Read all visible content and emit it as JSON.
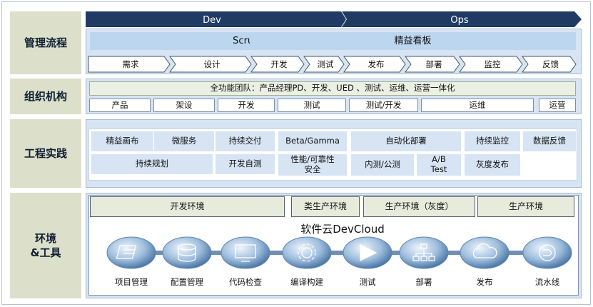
{
  "phases": {
    "dev": "Dev",
    "ops": "Ops"
  },
  "rows": {
    "management": "管理流程",
    "organization": "组织机构",
    "engineering": "工程实践",
    "environment": "环境\n&工具"
  },
  "management": {
    "scrum": "Scrum",
    "kanban": "精益看板",
    "steps": [
      "需求",
      "设计",
      "开发",
      "测试",
      "发布",
      "部署",
      "监控",
      "反馈"
    ]
  },
  "organization": {
    "team": "全功能团队：产品经理PD、开发、UED 、测试、运维、运营一体化",
    "roles": [
      "产品",
      "架设",
      "开发",
      "测试",
      "测试/开发",
      "运维",
      "运营"
    ]
  },
  "engineering": {
    "practices": [
      "精益画布",
      "微服务",
      "持续交付",
      "Beta/Gamma",
      "自动化部署",
      "持续监控",
      "数据反馈",
      "持续规划",
      "开发自测",
      "性能/可靠性\n安全",
      "内测/公测",
      "A/B\nTest",
      "灰度发布"
    ]
  },
  "environment": {
    "envs": [
      "开发环境",
      "类生产环境",
      "生产环境（灰度）",
      "生产环境"
    ],
    "platform": "软件云DevCloud",
    "tools": [
      {
        "label": "项目管理",
        "icon": "document-icon"
      },
      {
        "label": "配置管理",
        "icon": "database-icon"
      },
      {
        "label": "代码检查",
        "icon": "monitor-icon"
      },
      {
        "label": "编译构建",
        "icon": "gear-icon"
      },
      {
        "label": "测试",
        "icon": "play-icon"
      },
      {
        "label": "部署",
        "icon": "network-icon"
      },
      {
        "label": "发布",
        "icon": "cloud-icon"
      },
      {
        "label": "流水线",
        "icon": "pipeline-icon"
      }
    ]
  }
}
